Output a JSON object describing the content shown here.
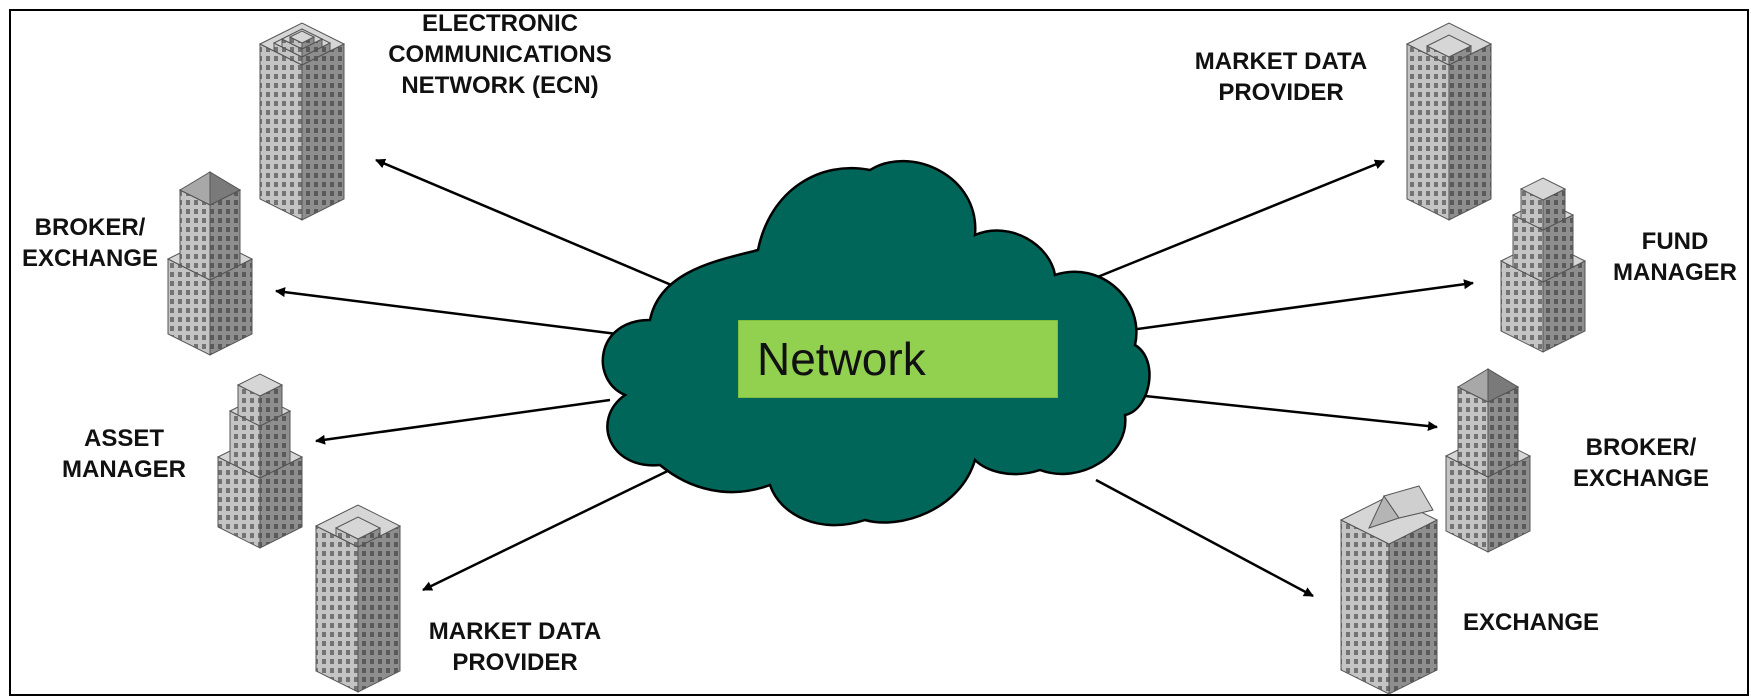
{
  "center": {
    "label": "Network",
    "cloud_color": "#00665a",
    "label_bg_color": "#92d050"
  },
  "nodes": [
    {
      "id": "ecn",
      "label": "ELECTRONIC\nCOMMUNICATIONS\nNETWORK (ECN)",
      "building": "stepped-tower"
    },
    {
      "id": "broker-exchange-left",
      "label": "BROKER/\nEXCHANGE",
      "building": "spire-tower"
    },
    {
      "id": "asset-manager",
      "label": "ASSET\nMANAGER",
      "building": "stepped-tower"
    },
    {
      "id": "market-data-provider-left",
      "label": "MARKET DATA\nPROVIDER",
      "building": "flat-tower"
    },
    {
      "id": "market-data-provider-right",
      "label": "MARKET DATA\nPROVIDER",
      "building": "flat-tower"
    },
    {
      "id": "fund-manager",
      "label": "FUND\nMANAGER",
      "building": "stepped-tower"
    },
    {
      "id": "broker-exchange-right",
      "label": "BROKER/\nEXCHANGE",
      "building": "spire-tower"
    },
    {
      "id": "exchange",
      "label": "EXCHANGE",
      "building": "gabled-tower"
    }
  ],
  "colors": {
    "building_light": "#bdbdbd",
    "building_dark": "#8a8a8a",
    "window": "#6e6e6e",
    "arrow": "#000000",
    "border": "#000000"
  }
}
